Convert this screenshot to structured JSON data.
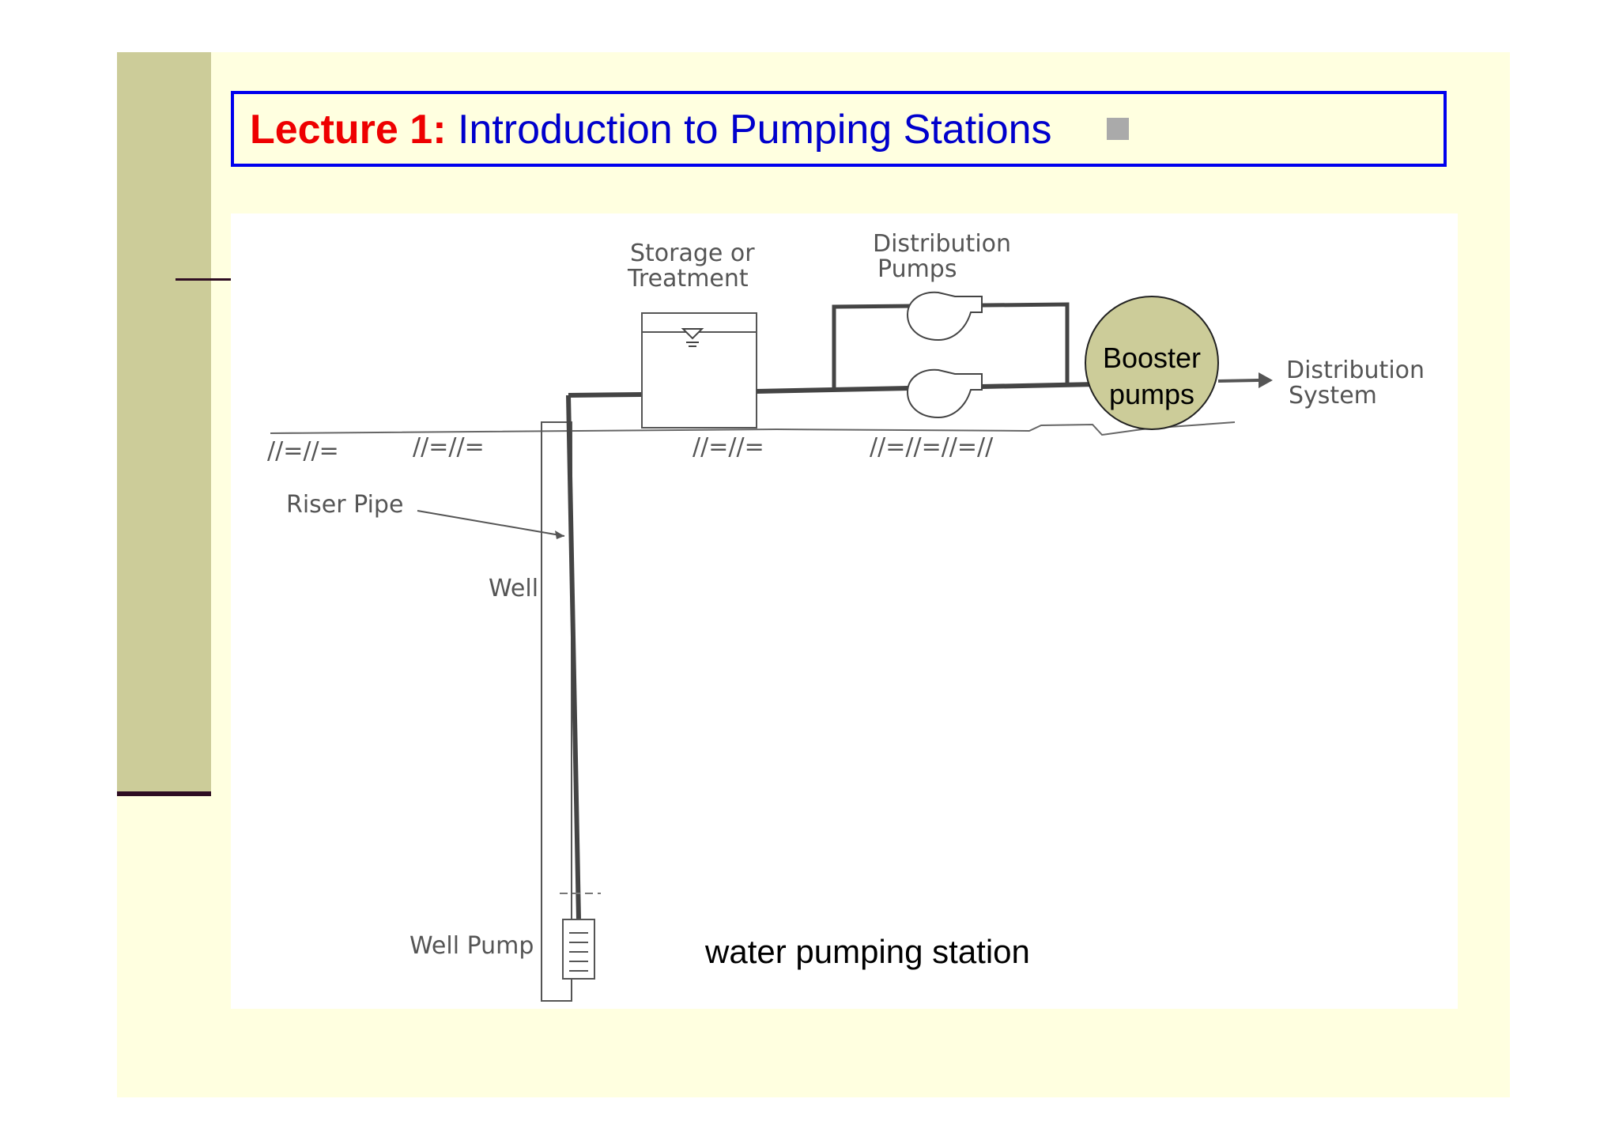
{
  "slide": {
    "title_lead": "Lecture 1:",
    "title_rest": "Introduction to Pumping Stations"
  },
  "diagram": {
    "labels": {
      "storage_line1": "Storage or",
      "storage_line2": "Treatment",
      "dist_pumps_line1": "Distribution",
      "dist_pumps_line2": "Pumps",
      "dist_system_line1": "Distribution",
      "dist_system_line2": "System",
      "riser_pipe": "Riser Pipe",
      "well": "Well",
      "well_pump": "Well Pump",
      "ground_1": "//=//=",
      "ground_2": "//=//=",
      "ground_3": "//=//=",
      "ground_4": "//=//=//=//"
    },
    "booster": {
      "line1": "Booster",
      "line2": "pumps"
    },
    "caption": "water pumping station"
  },
  "colors": {
    "slide_bg": "#ffffe0",
    "sidebar": "#cccc99",
    "title_lead": "#ee0000",
    "title_rest": "#0000cc",
    "booster_fill": "#cccc99"
  }
}
